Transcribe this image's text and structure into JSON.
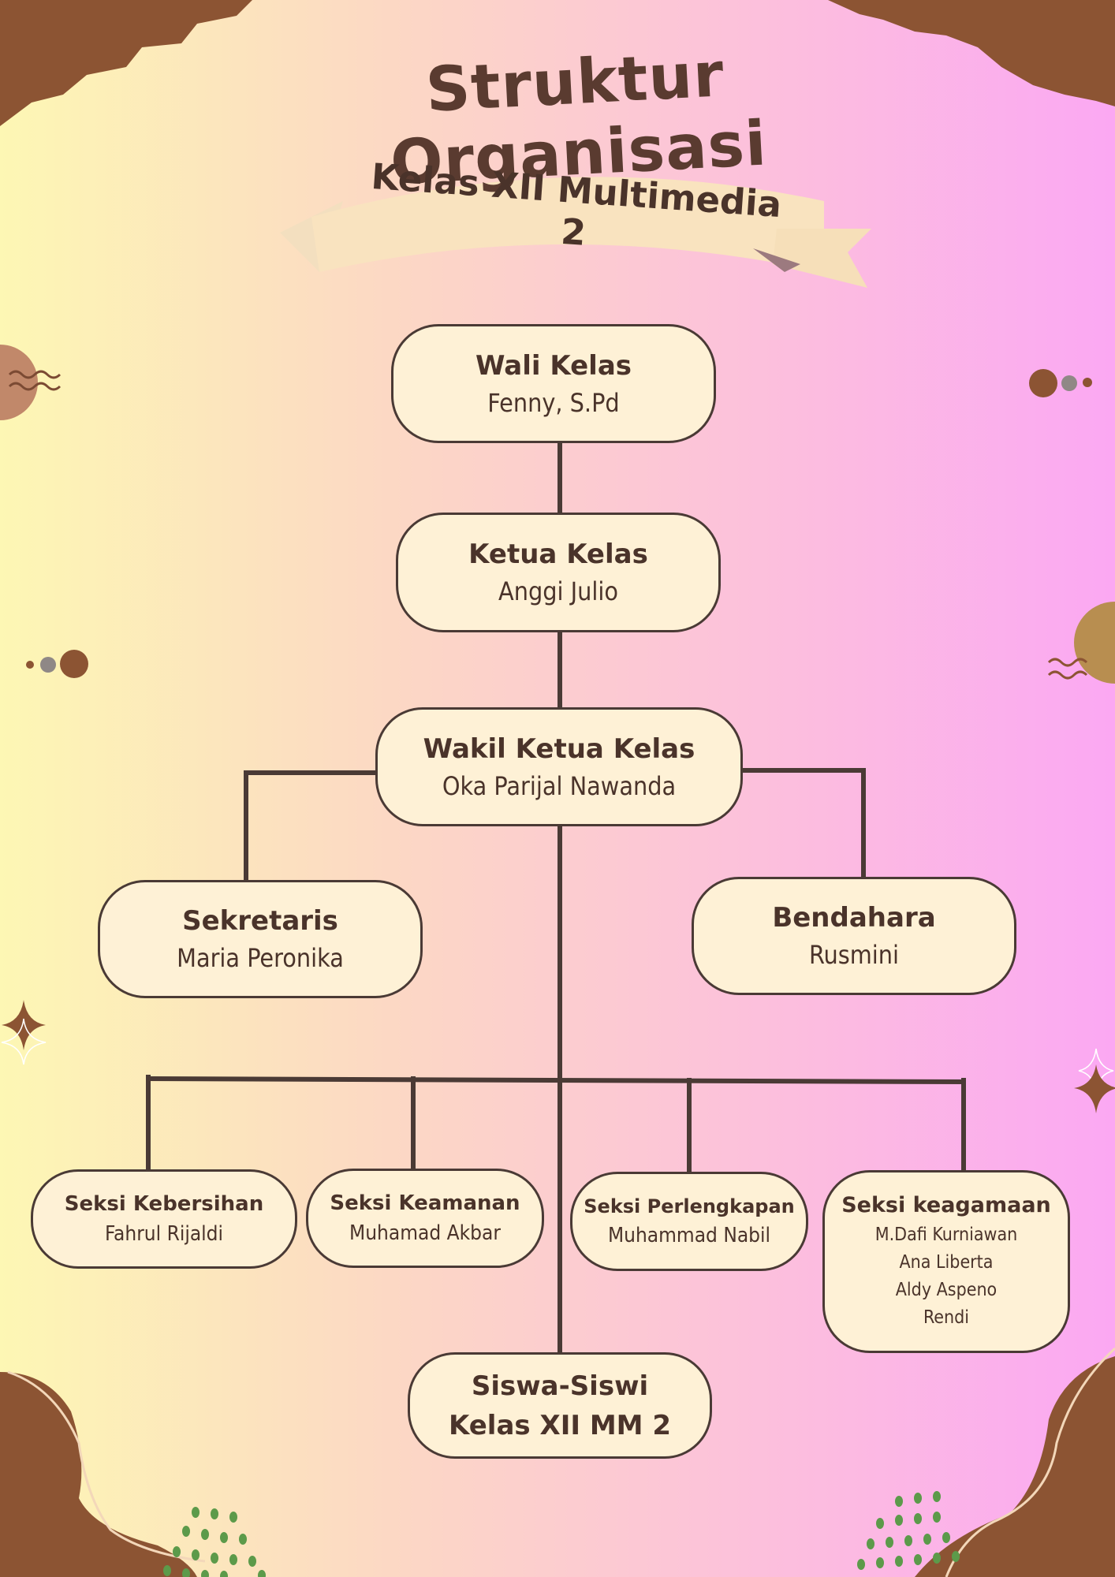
{
  "title": "Struktur Organisasi",
  "subtitle": "Kelas  XII Multimedia 2",
  "colors": {
    "node_fill": "#fef1d6",
    "node_border": "#4a3a35",
    "line": "#4a3a35",
    "text": "#4a332a",
    "brown_deco": "#8c5433",
    "ribbon": "#f9e3bf"
  },
  "org": {
    "wali_kelas": {
      "role": "Wali Kelas",
      "name": "Fenny, S.Pd"
    },
    "ketua_kelas": {
      "role": "Ketua Kelas",
      "name": "Anggi  Julio"
    },
    "wakil_ketua": {
      "role": "Wakil Ketua Kelas",
      "name": "Oka Parijal Nawanda"
    },
    "sekretaris": {
      "role": "Sekretaris",
      "name": "Maria Peronika"
    },
    "bendahara": {
      "role": "Bendahara",
      "name": "Rusmini"
    },
    "seksi_kebersihan": {
      "role": "Seksi Kebersihan",
      "name": "Fahrul Rijaldi"
    },
    "seksi_keamanan": {
      "role": "Seksi Keamanan",
      "name": "Muhamad Akbar"
    },
    "seksi_perlengkapan": {
      "role": "Seksi Perlengkapan",
      "name": "Muhammad Nabil"
    },
    "seksi_keagamaan": {
      "role": "Seksi keagamaan",
      "members": [
        "M.Dafi Kurniawan",
        "Ana Liberta",
        "Aldy  Aspeno",
        "Rendi"
      ]
    },
    "siswa": {
      "line1": "Siswa-Siswi",
      "line2": "Kelas XII MM 2"
    }
  }
}
